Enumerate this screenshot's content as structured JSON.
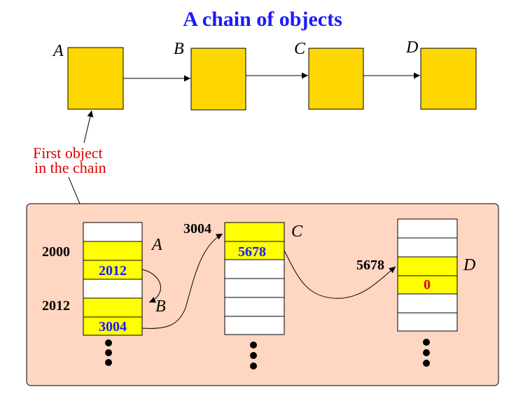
{
  "title": "A chain of objects",
  "chain_labels": [
    "A",
    "B",
    "C",
    "D"
  ],
  "note_line1": "First object",
  "note_line2": "in the chain",
  "memory": {
    "addr_2000": "2000",
    "addr_2012": "2012",
    "addr_3004": "3004",
    "addr_5678": "5678",
    "label_a": "A",
    "label_b": "B",
    "label_c": "C",
    "label_d": "D",
    "val_2012": "2012",
    "val_3004": "3004",
    "val_5678": "5678",
    "val_0": "0"
  },
  "colors": {
    "box_fill": "#ffd700",
    "panel_fill": "#ffd6c2",
    "cell_highlight": "#ffff00",
    "title_color": "#1a1aff",
    "note_color": "#e00000"
  }
}
